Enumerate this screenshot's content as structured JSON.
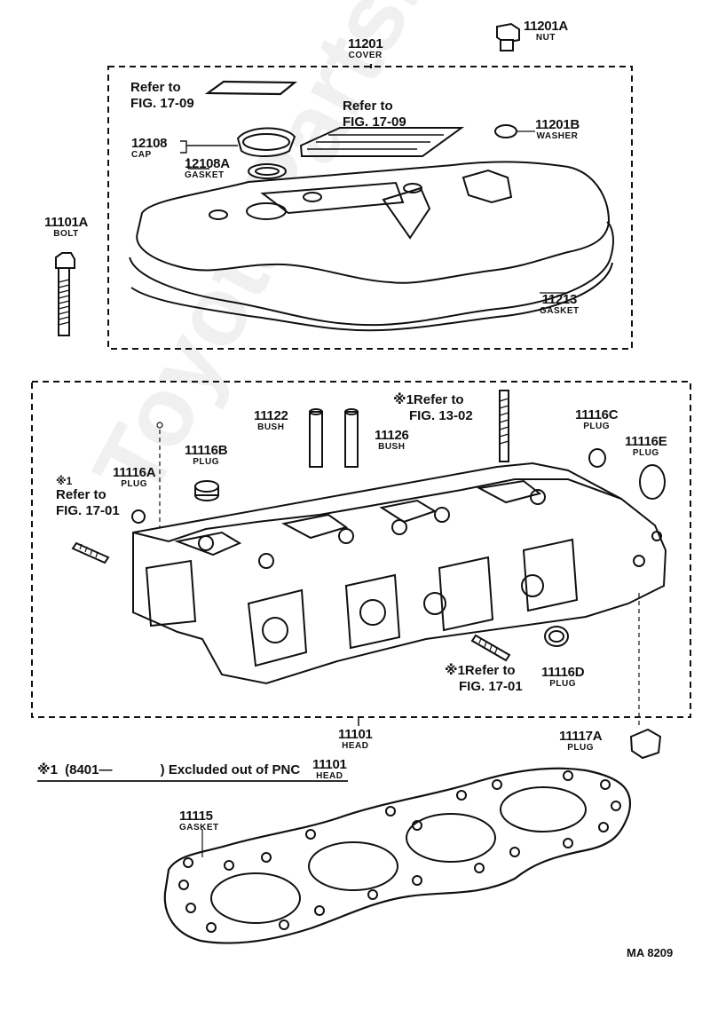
{
  "watermark": "ToyotaPartsMiner.ru",
  "labels": {
    "nut": {
      "num": "11201A",
      "name": "NUT"
    },
    "cover": {
      "num": "11201",
      "name": "COVER"
    },
    "washer": {
      "num": "11201B",
      "name": "WASHER"
    },
    "cap": {
      "num": "12108",
      "name": "CAP"
    },
    "cap_gasket": {
      "num": "12108A",
      "name": "GASKET"
    },
    "bolt": {
      "num": "11101A",
      "name": "BOLT"
    },
    "cover_gasket": {
      "num": "11213",
      "name": "GASKET"
    },
    "bush1": {
      "num": "11122",
      "name": "BUSH"
    },
    "bush2": {
      "num": "11126",
      "name": "BUSH"
    },
    "plug_b": {
      "num": "11116B",
      "name": "PLUG"
    },
    "plug_a": {
      "num": "11116A",
      "name": "PLUG"
    },
    "plug_c": {
      "num": "11116C",
      "name": "PLUG"
    },
    "plug_e": {
      "num": "11116E",
      "name": "PLUG"
    },
    "plug_d": {
      "num": "11116D",
      "name": "PLUG"
    },
    "head": {
      "num": "11101",
      "name": "HEAD"
    },
    "plug_17a": {
      "num": "11117A",
      "name": "PLUG"
    },
    "head_gasket": {
      "num": "11115",
      "name": "GASKET"
    }
  },
  "refs": {
    "ref1": {
      "line1": "Refer to",
      "line2": "FIG. 17-09"
    },
    "ref2": {
      "line1": "Refer to",
      "line2": "FIG. 17-09"
    },
    "ref3": {
      "line1": "※1Refer to",
      "line2": "FIG. 13-02"
    },
    "ref4": {
      "line1": "※1",
      "line2": "Refer to",
      "line3": "FIG. 17-01"
    },
    "ref5": {
      "line1": "※1Refer to",
      "line2": "FIG. 17-01"
    }
  },
  "note": {
    "mark": "※1",
    "text": "(8401—",
    "text2": ") Excluded out of PNC",
    "pnc": "11101",
    "pnc_name": "HEAD"
  },
  "code": "MA 8209"
}
